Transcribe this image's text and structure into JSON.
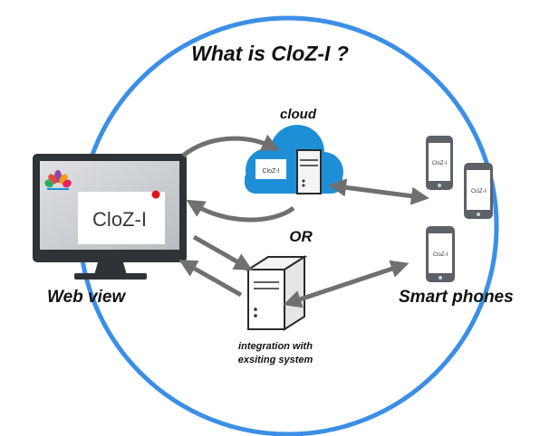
{
  "title": "What is CloZ-I ?",
  "labels": {
    "cloud": "cloud",
    "or": "OR",
    "web_view": "Web view",
    "smart_phones": "Smart phones",
    "integration_line1": "integration with",
    "integration_line2": "exsiting system"
  },
  "brand": {
    "logo_text": "CloZ-I",
    "small_logo_text": "CloZ-I",
    "phone_logo_text": "CloZ-I"
  },
  "colors": {
    "circle": "#3b8fe6",
    "cloud": "#1e8fd6",
    "arrow": "#707070",
    "monitor": "#2f3338",
    "phone": "#5d6168",
    "server": "#2a2a2a",
    "accent_dot": "#e0141b"
  }
}
